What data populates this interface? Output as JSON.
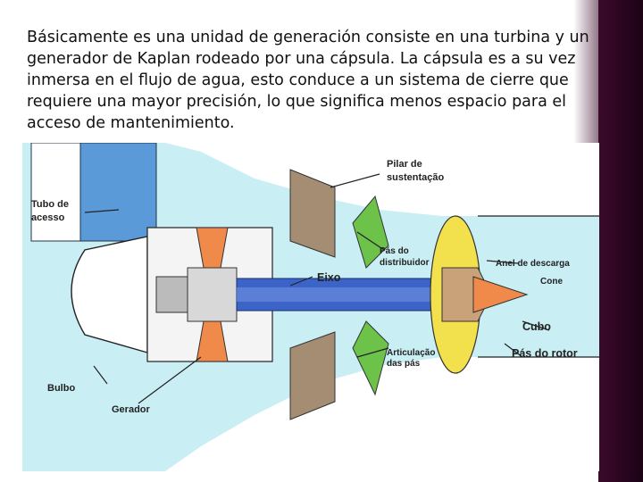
{
  "slide": {
    "paragraph": "Básicamente es una unidad de generación consiste en una turbina y un generador de Kaplan rodeado por una cápsula. La cápsula es a su vez inmersa en el flujo de agua, esto conduce a un sistema de cierre que requiere una mayor precisión, lo que significa menos espacio para el acceso de mantenimiento."
  },
  "diagram": {
    "labels": {
      "tubo_acesso_1": "Tubo de",
      "tubo_acesso_2": "acesso",
      "pilar_1": "Pilar de",
      "pilar_2": "sustentação",
      "pas_dist_1": "Pás do",
      "pas_dist_2": "distribuidor",
      "anel": "Anel de descarga",
      "eixo": "Eixo",
      "cone": "Cone",
      "cubo": "Cubo",
      "pas_rotor": "Pás do rotor",
      "articulacao_1": "Articulação",
      "articulacao_2": "das pás",
      "bulbo": "Bulbo",
      "gerador": "Gerador"
    },
    "colors": {
      "water": "#c9eef4",
      "access_tube": "#5b9ad8",
      "brown": "#a48d73",
      "green": "#6dc24a",
      "orange": "#f08a4a",
      "yellow": "#f3e04d",
      "shaft": "#3c64c8",
      "background_accent": "#2a0520"
    }
  }
}
